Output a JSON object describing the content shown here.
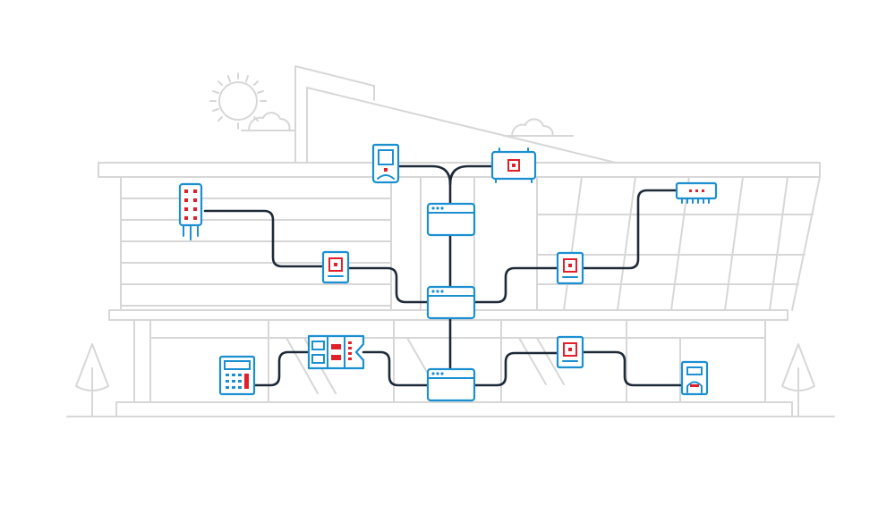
{
  "colors": {
    "background": "#ffffff",
    "building_line": "#d7d7d7",
    "wire": "#1e2a38",
    "device": "#1b8fd0",
    "accent": "#e0212b"
  },
  "icons": [
    "sun-icon",
    "cloud-icon",
    "tree-icon",
    "led-bar-icon",
    "thermostat-icon",
    "air-unit-icon",
    "router-icon",
    "switch-icon",
    "sensor-icon",
    "keypad-icon",
    "control-panel-icon",
    "wall-controller-icon"
  ],
  "diagram": {
    "nodes": [
      {
        "id": "hub-top",
        "icon": "router-icon"
      },
      {
        "id": "hub-mid",
        "icon": "router-icon"
      },
      {
        "id": "hub-bottom",
        "icon": "router-icon"
      },
      {
        "id": "led-bar",
        "icon": "led-bar-icon"
      },
      {
        "id": "thermostat",
        "icon": "thermostat-icon"
      },
      {
        "id": "air-unit",
        "icon": "air-unit-icon"
      },
      {
        "id": "switch-right",
        "icon": "switch-icon"
      },
      {
        "id": "sensor-left-mid",
        "icon": "sensor-icon"
      },
      {
        "id": "sensor-right-mid",
        "icon": "sensor-icon"
      },
      {
        "id": "keypad",
        "icon": "keypad-icon"
      },
      {
        "id": "control-panel",
        "icon": "control-panel-icon"
      },
      {
        "id": "sensor-right-low",
        "icon": "sensor-icon"
      },
      {
        "id": "wall-controller",
        "icon": "wall-controller-icon"
      }
    ],
    "edges": [
      [
        "thermostat",
        "hub-top"
      ],
      [
        "air-unit",
        "hub-top"
      ],
      [
        "hub-top",
        "hub-mid"
      ],
      [
        "led-bar",
        "sensor-left-mid"
      ],
      [
        "sensor-left-mid",
        "hub-mid"
      ],
      [
        "hub-mid",
        "sensor-right-mid"
      ],
      [
        "sensor-right-mid",
        "switch-right"
      ],
      [
        "hub-mid",
        "hub-bottom"
      ],
      [
        "keypad",
        "control-panel"
      ],
      [
        "control-panel",
        "hub-bottom"
      ],
      [
        "hub-bottom",
        "sensor-right-low"
      ],
      [
        "sensor-right-low",
        "wall-controller"
      ]
    ]
  }
}
